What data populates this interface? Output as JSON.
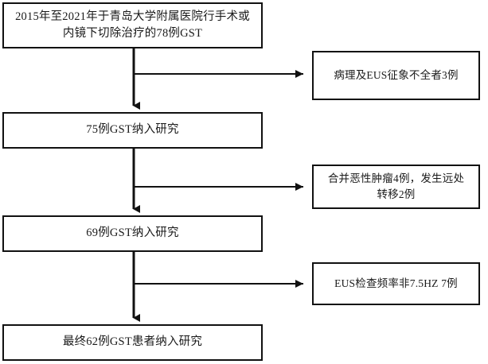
{
  "diagram": {
    "type": "flowchart",
    "title": "GST patient enrollment flowchart",
    "colors": {
      "border": "#111111",
      "background": "#ffffff",
      "text": "#1a1a1a",
      "connector": "#111111"
    },
    "main_boxes": [
      {
        "id": "enrolled-initial",
        "text": "2015年至2021年于青岛大学附属医院行手术或\n内镜下切除治疗的78例GST"
      },
      {
        "id": "included-75",
        "text": "75例GST纳入研究"
      },
      {
        "id": "included-69",
        "text": "69例GST纳入研究"
      },
      {
        "id": "final-62",
        "text": "最终62例GST患者纳入研究"
      }
    ],
    "exclusion_boxes": [
      {
        "id": "excl-pathology",
        "text": "病理及EUS征象不全者3例"
      },
      {
        "id": "excl-malignancy",
        "text": "合并恶性肿瘤4例，发生远处\n转移2例"
      },
      {
        "id": "excl-frequency",
        "text": "EUS检查频率非7.5HZ 7例"
      }
    ],
    "connectors": [
      {
        "name": "trunk-1",
        "from": "enrolled-initial",
        "to": "included-75"
      },
      {
        "name": "branch-1",
        "from": "trunk-1",
        "to": "excl-pathology"
      },
      {
        "name": "trunk-2",
        "from": "included-75",
        "to": "included-69"
      },
      {
        "name": "branch-2",
        "from": "trunk-2",
        "to": "excl-malignancy"
      },
      {
        "name": "trunk-3",
        "from": "included-69",
        "to": "final-62"
      },
      {
        "name": "branch-3",
        "from": "trunk-3",
        "to": "excl-frequency"
      }
    ]
  }
}
